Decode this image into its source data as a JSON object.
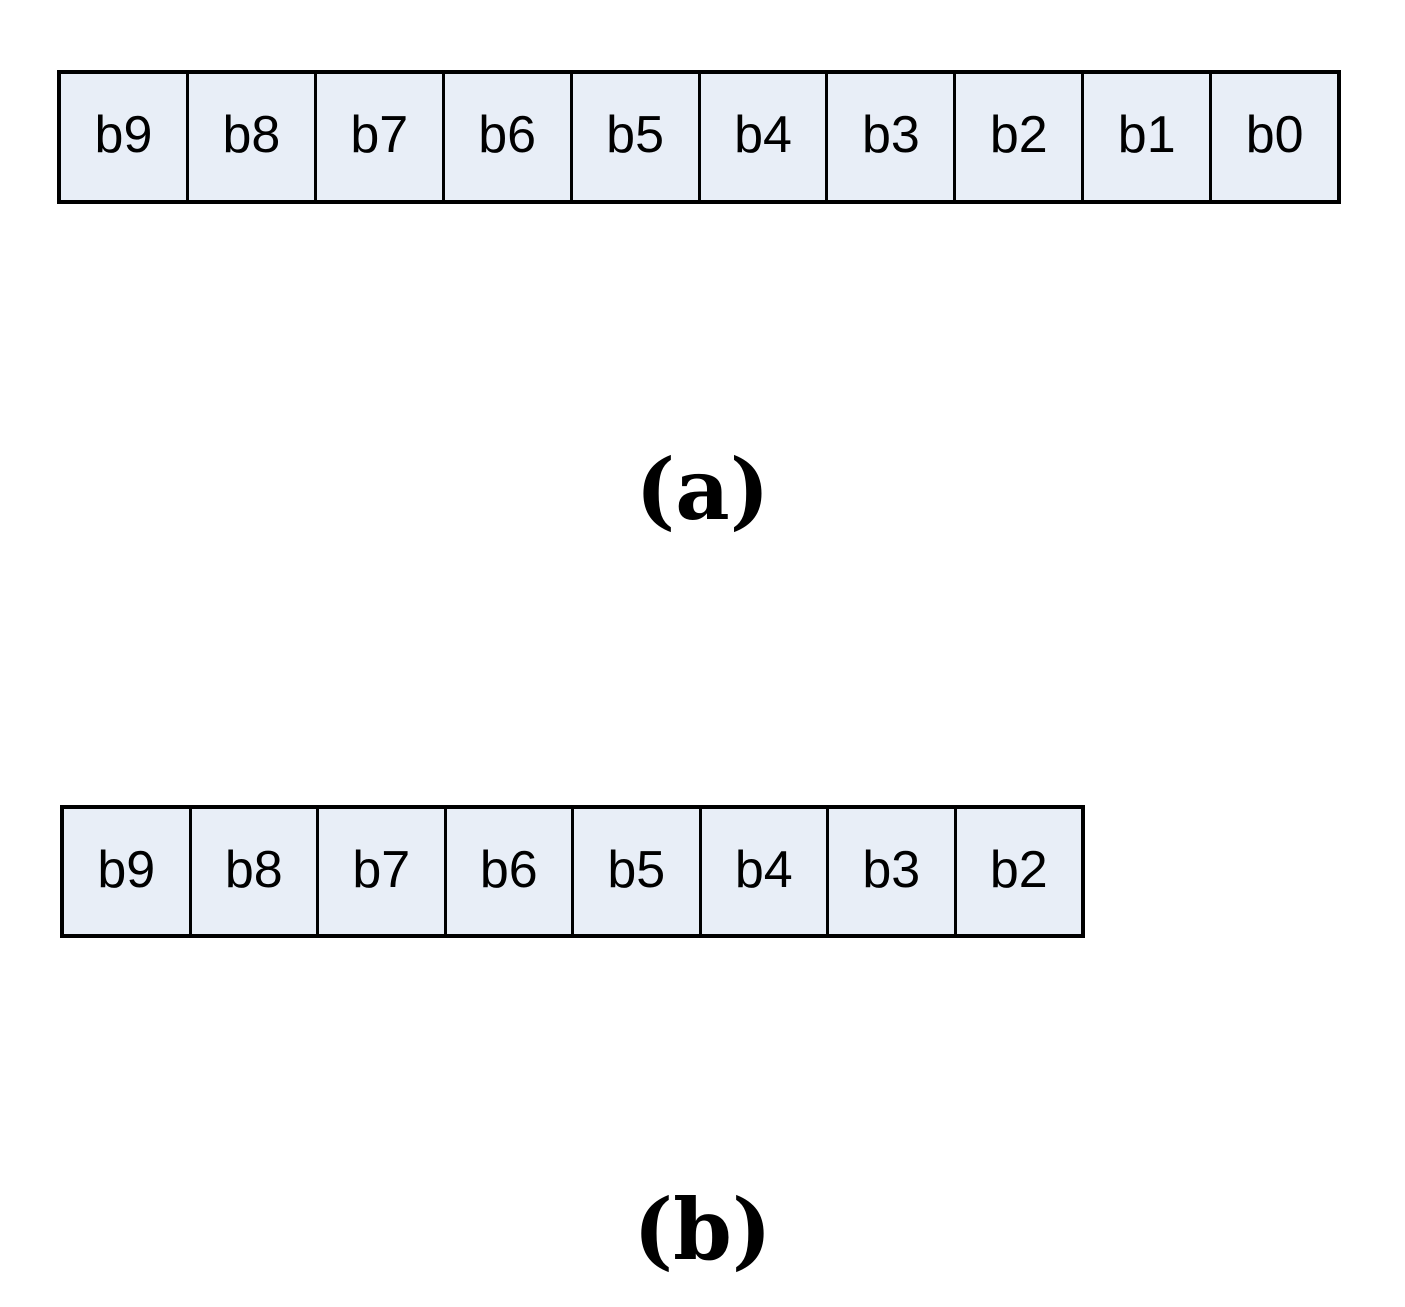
{
  "figure": {
    "rows": [
      {
        "id": "a",
        "cells": [
          "b9",
          "b8",
          "b7",
          "b6",
          "b5",
          "b4",
          "b3",
          "b2",
          "b1",
          "b0"
        ],
        "caption": "(a)"
      },
      {
        "id": "b",
        "cells": [
          "b9",
          "b8",
          "b7",
          "b6",
          "b5",
          "b4",
          "b3",
          "b2"
        ],
        "caption": "(b)"
      }
    ]
  },
  "colors": {
    "background": "#ffffff",
    "cell_fill": "#e8eef7",
    "border": "#000000",
    "text": "#000000"
  }
}
